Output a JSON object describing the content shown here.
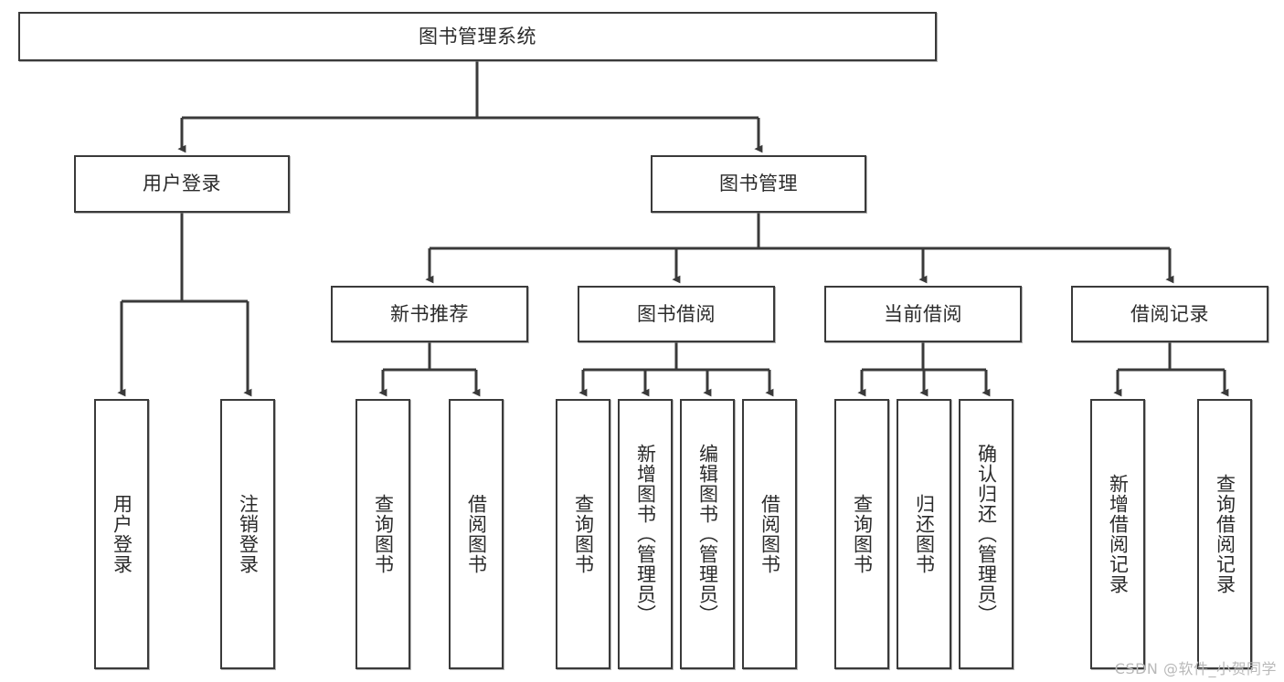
{
  "diagram": {
    "title": "图书管理系统",
    "type": "tree-hierarchy-chart",
    "orientation": "top-down",
    "edge_color": "#3a3a3a",
    "node_border_color": "#3a3a3a",
    "node_fill_color": "#ffffff",
    "text_color": "#2b2b2b"
  },
  "root": {
    "label": "图书管理系统"
  },
  "level2": [
    {
      "label": "用户登录"
    },
    {
      "label": "图书管理"
    }
  ],
  "level3": [
    {
      "label": "新书推荐"
    },
    {
      "label": "图书借阅"
    },
    {
      "label": "当前借阅"
    },
    {
      "label": "借阅记录"
    }
  ],
  "leaves": {
    "user_login": [
      {
        "label": "用户登录"
      },
      {
        "label": "注销登录"
      }
    ],
    "new_book_recommend": [
      {
        "label": "查询图书"
      },
      {
        "label": "借阅图书"
      }
    ],
    "book_borrow": [
      {
        "label": "查询图书"
      },
      {
        "label": "新增图书（管理员）"
      },
      {
        "label": "编辑图书（管理员）"
      },
      {
        "label": "借阅图书"
      }
    ],
    "current_borrow": [
      {
        "label": "查询图书"
      },
      {
        "label": "归还图书"
      },
      {
        "label": "确认归还（管理员）"
      }
    ],
    "borrow_record": [
      {
        "label": "新增借阅记录"
      },
      {
        "label": "查询借阅记录"
      }
    ]
  },
  "watermark": {
    "text": "CSDN @软件_小贺同学"
  }
}
